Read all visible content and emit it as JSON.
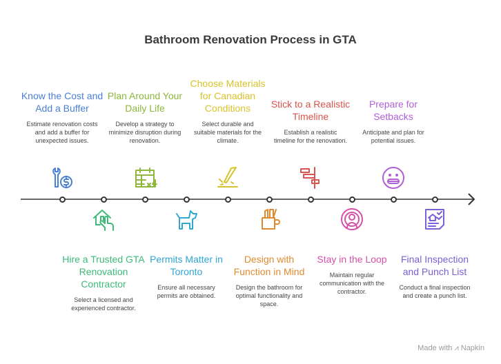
{
  "title": "Bathroom Renovation Process in GTA",
  "steps": [
    {
      "title": "Know the Cost and Add a Buffer",
      "desc": "Estimate renovation costs and add a buffer for unexpected issues.",
      "icon": "wrench-dollar-icon",
      "color": "#4a7fd6"
    },
    {
      "title": "Hire a Trusted GTA Renovation Contractor",
      "desc": "Select a licensed and experienced contractor.",
      "icon": "house-hand-icon",
      "color": "#3dba78"
    },
    {
      "title": "Plan Around Your Daily Life",
      "desc": "Develop a strategy to minimize disruption during renovation.",
      "icon": "calendar-icon",
      "color": "#8db63a"
    },
    {
      "title": "Permits Matter in Toronto",
      "desc": "Ensure all necessary permits are obtained.",
      "icon": "dog-icon",
      "color": "#2fa6d4"
    },
    {
      "title": "Choose Materials for Canadian Conditions",
      "desc": "Select durable and suitable materials for the climate.",
      "icon": "brush-icon",
      "color": "#d8c22a"
    },
    {
      "title": "Design with Function in Mind",
      "desc": "Design the bathroom for optimal functionality and space.",
      "icon": "tool-mug-icon",
      "color": "#e08a2e"
    },
    {
      "title": "Stick to a Realistic Timeline",
      "desc": "Establish a realistic timeline for the renovation.",
      "icon": "gantt-icon",
      "color": "#d9534f"
    },
    {
      "title": "Stay in the Loop",
      "desc": "Maintain regular communication with the contractor.",
      "icon": "broadcast-person-icon",
      "color": "#d64fa8"
    },
    {
      "title": "Prepare for Setbacks",
      "desc": "Anticipate and plan for potential issues.",
      "icon": "grimace-face-icon",
      "color": "#b05fd6"
    },
    {
      "title": "Final Inspection and Punch List",
      "desc": "Conduct a final inspection and create a punch list.",
      "icon": "checklist-icon",
      "color": "#7a5fd6"
    }
  ],
  "footer": {
    "made_with": "Made with",
    "brand": "Napkin"
  }
}
